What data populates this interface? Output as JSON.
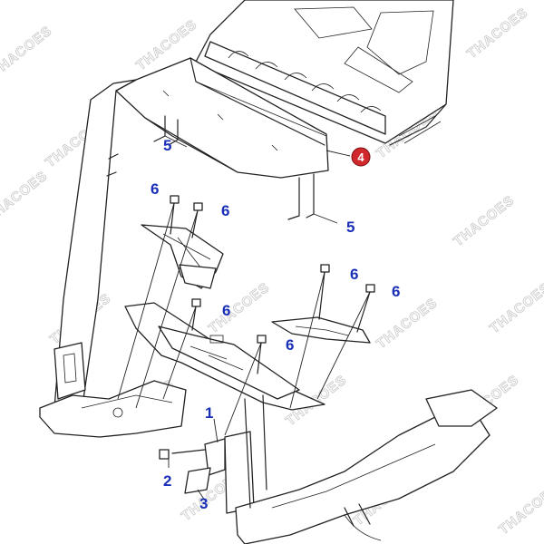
{
  "watermark": {
    "text": "THACOES",
    "color": "#c9c9c9"
  },
  "callout_color": "#1a2fb8",
  "badge_color": "#d0282c",
  "callouts": {
    "c1": "1",
    "c2": "2",
    "c3": "3",
    "c4": "4",
    "c5a": "5",
    "c5b": "5",
    "c6a": "6",
    "c6b": "6",
    "c6c": "6",
    "c6d": "6",
    "c6e": "6",
    "c6f": "6"
  }
}
